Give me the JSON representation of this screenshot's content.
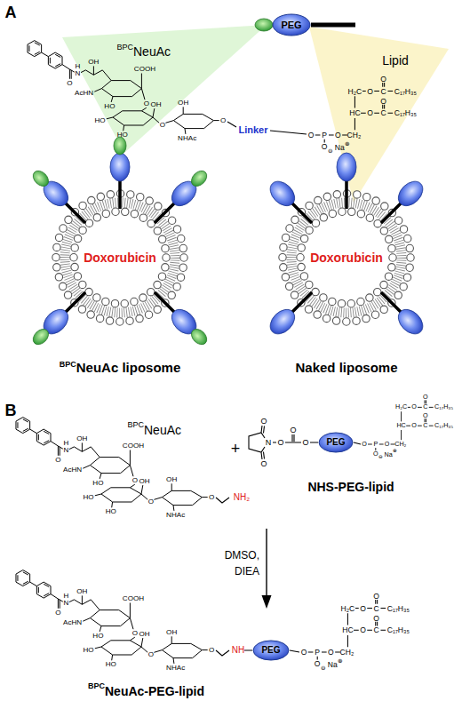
{
  "diagram": {
    "nodes": [
      {
        "text": [
          "PEG"
        ]
      },
      {
        "text": [
          "Doxorubicin",
          "BPC",
          "NeuAc liposome"
        ]
      },
      {
        "text": [
          "Doxorubicin",
          "Naked liposome"
        ]
      },
      {
        "text": [
          "PEG"
        ]
      },
      {
        "text": [
          "PEG"
        ]
      }
    ],
    "labels": [
      "A",
      "BPC",
      "NeuAc",
      "O",
      "H",
      "N",
      "OH",
      "COOH",
      "AcHN",
      "HO",
      "O",
      "HO",
      "HO",
      "OH",
      "O",
      "OH",
      "NHAc",
      "O",
      "Linker",
      "O",
      "P",
      "O",
      "CH₂",
      "O",
      "⊖",
      "Na",
      "⊕",
      "HC",
      "O",
      "C",
      "O",
      "C₁₇H₃₅",
      "H₂C",
      "O",
      "C",
      "O",
      "C₁₇H₃₅",
      "Lipid",
      "B",
      "O",
      "H",
      "N",
      "OH",
      "COOH",
      "AcHN",
      "HO",
      "O",
      "HO",
      "HO",
      "OH",
      "O",
      "OH",
      "NHAc",
      "O",
      "NH₂",
      "BPC",
      "NeuAc",
      "+",
      "O",
      "N",
      "O",
      "O",
      "O",
      "O",
      "O",
      "P",
      "O",
      "CH₂",
      "O",
      "⊖",
      "Na",
      "⊕",
      "HC",
      "O",
      "C",
      "O",
      "C₁₇H₃₅",
      "H₂C",
      "O",
      "C",
      "O",
      "C₁₇H₃₅",
      "NHS-PEG-lipid",
      "DMSO,",
      "DIEA",
      "O",
      "H",
      "N",
      "OH",
      "COOH",
      "AcHN",
      "HO",
      "O",
      "HO",
      "HO",
      "OH",
      "O",
      "OH",
      "NHAc",
      "O",
      "NH",
      "O",
      "P",
      "O",
      "CH₂",
      "O",
      "⊖",
      "Na",
      "⊕",
      "HC",
      "O",
      "C",
      "O",
      "C₁₇H₃₅",
      "H₂C",
      "O",
      "C",
      "O",
      "C₁₇H₃₅",
      "BPC",
      "NeuAc-PEG-lipid"
    ]
  }
}
